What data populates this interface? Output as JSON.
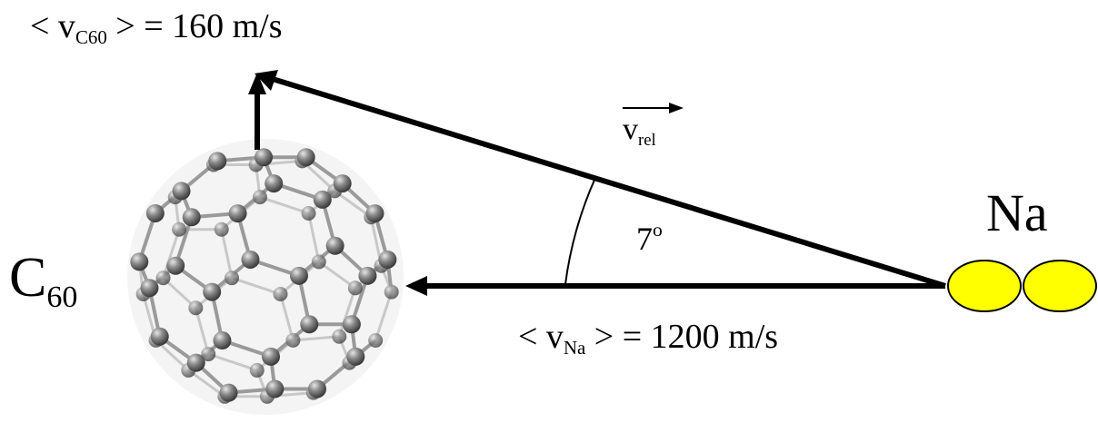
{
  "labels": {
    "c60_velocity": {
      "prefix": "< v",
      "sub": "C60",
      "suffix": " > = 160 m/s"
    },
    "relative_velocity": {
      "main": "v",
      "sub": "rel"
    },
    "angle": {
      "value": "7",
      "unit": "o"
    },
    "sodium": "Na",
    "fullerene": {
      "main": "C",
      "sub": "60"
    },
    "na_velocity": {
      "prefix": "< v",
      "sub": "Na",
      "suffix": " > = 1200 m/s"
    }
  },
  "colors": {
    "arrow": "#000000",
    "sodium_atom": "#ffff00",
    "fullerene_atom": "#6e6e6e",
    "fullerene_bond": "#c8c8c8"
  }
}
